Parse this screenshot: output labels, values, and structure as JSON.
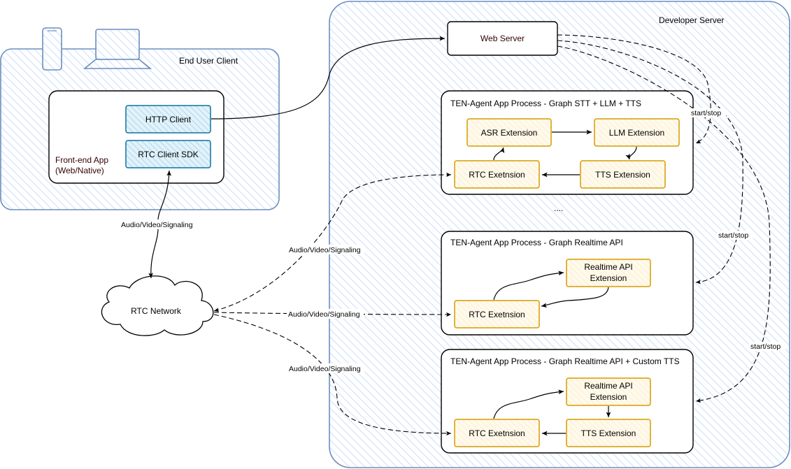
{
  "containers": {
    "end_user_client": "End User Client",
    "developer_server": "Developer Server",
    "front_end_app_line1": "Front-end App",
    "front_end_app_line2": "(Web/Native)"
  },
  "nodes": {
    "http_client": "HTTP Client",
    "rtc_client_sdk": "RTC Client SDK",
    "web_server": "Web Server",
    "rtc_network": "RTC Network"
  },
  "graphs": [
    {
      "title": "TEN-Agent App Process - Graph STT + LLM + TTS",
      "extensions": [
        "ASR Extension",
        "LLM Extension",
        "RTC Exetnsion",
        "TTS Extension"
      ]
    },
    {
      "title": "TEN-Agent App Process - Graph Realtime API",
      "extensions": [
        "Realtime API",
        "Extension",
        "RTC Exetnsion"
      ]
    },
    {
      "title": "TEN-Agent App Process - Graph Realtime API + Custom TTS",
      "extensions": [
        "Realtime API",
        "Extension",
        "RTC Exetnsion",
        "TTS Extension"
      ]
    }
  ],
  "ellipsis": "....",
  "edge_labels": {
    "client_signaling": "Audio/Video/Signaling",
    "signaling_1": "Audio/Video/Signaling",
    "signaling_2": "Audio/Video/Signaling",
    "signaling_3": "Audio/Video/Signaling",
    "start_stop_1": "start/stop",
    "start_stop_2": "start/stop",
    "start_stop_3": "start/stop"
  },
  "colors": {
    "container_border": "#6c8ebf",
    "teal_border": "#10739e",
    "orange_border": "#d79b00",
    "orange_fill": "#fff2cc",
    "teal_fill": "#b1ddf0"
  }
}
